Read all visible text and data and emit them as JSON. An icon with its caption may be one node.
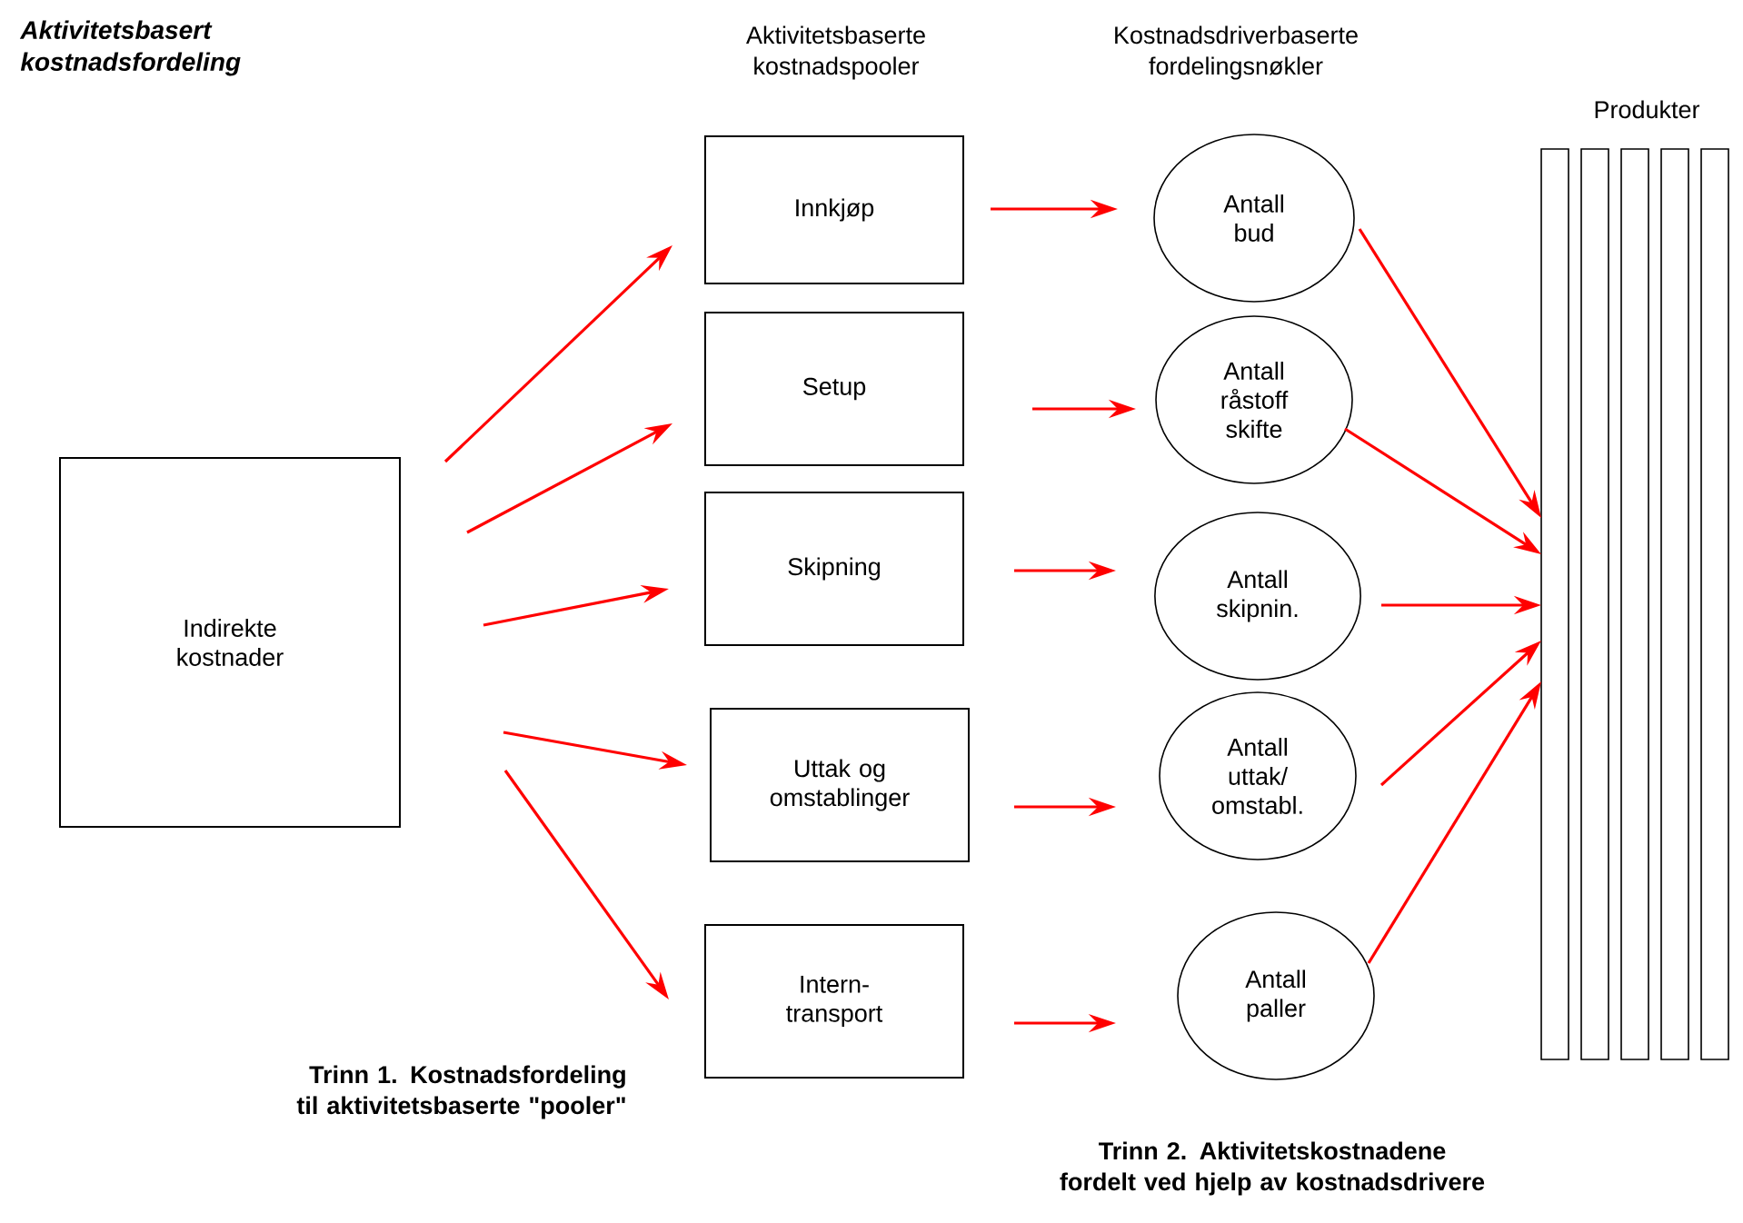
{
  "diagram": {
    "title": "Aktivitetsbasert kostnadsfordeling",
    "nodes": [
      {
        "text": [
          "Indirekte kostnader"
        ]
      },
      {
        "text": [
          "Innkjøp"
        ]
      },
      {
        "text": [
          "Setup"
        ]
      },
      {
        "text": [
          "Skipning"
        ]
      },
      {
        "text": [
          "Uttak og omstablinger"
        ]
      },
      {
        "text": [
          "Intern- transport"
        ]
      },
      {
        "text": [
          "Antall bud"
        ]
      },
      {
        "text": [
          "Antall råstoff skifte"
        ]
      },
      {
        "text": [
          "Antall skipnin."
        ]
      },
      {
        "text": [
          "Antall uttak/ omstabl."
        ]
      },
      {
        "text": [
          "Antall paller"
        ]
      },
      {
        "text": [],
        "shape": "bar"
      },
      {
        "text": [],
        "shape": "bar"
      },
      {
        "text": [],
        "shape": "bar"
      },
      {
        "text": [],
        "shape": "bar"
      },
      {
        "text": [],
        "shape": "bar"
      }
    ],
    "edges": [
      {
        "from": 0,
        "to": 1,
        "arrow": "to"
      },
      {
        "from": 0,
        "to": 2,
        "arrow": "to"
      },
      {
        "from": 0,
        "to": 3,
        "arrow": "to"
      },
      {
        "from": 0,
        "to": 4,
        "arrow": "to"
      },
      {
        "from": 0,
        "to": 5,
        "arrow": "to"
      },
      {
        "from": 1,
        "to": 6,
        "arrow": "to"
      },
      {
        "from": 2,
        "to": 7,
        "arrow": "to"
      },
      {
        "from": 3,
        "to": 8,
        "arrow": "to"
      },
      {
        "from": 4,
        "to": 9,
        "arrow": "to"
      },
      {
        "from": 5,
        "to": 10,
        "arrow": "to"
      },
      {
        "from": 6,
        "to": 11,
        "arrow": "to"
      },
      {
        "from": 7,
        "to": 11,
        "arrow": "to"
      },
      {
        "from": 8,
        "to": 11,
        "arrow": "to"
      },
      {
        "from": 9,
        "to": 11,
        "arrow": "to"
      },
      {
        "from": 10,
        "to": 11,
        "arrow": "to"
      }
    ],
    "labels": [
      "Aktivitetsbaserte kostnadspooler",
      "Kostnadsdriverbaserte fordelingsnøkler",
      "Produkter",
      "Trinn 1. Kostnadsfordeling til aktivitetsbaserte \"pooler\"",
      "Trinn 2. Aktivitetskostnadene fordelt ved hjelp av kostnadsdrivere"
    ]
  }
}
